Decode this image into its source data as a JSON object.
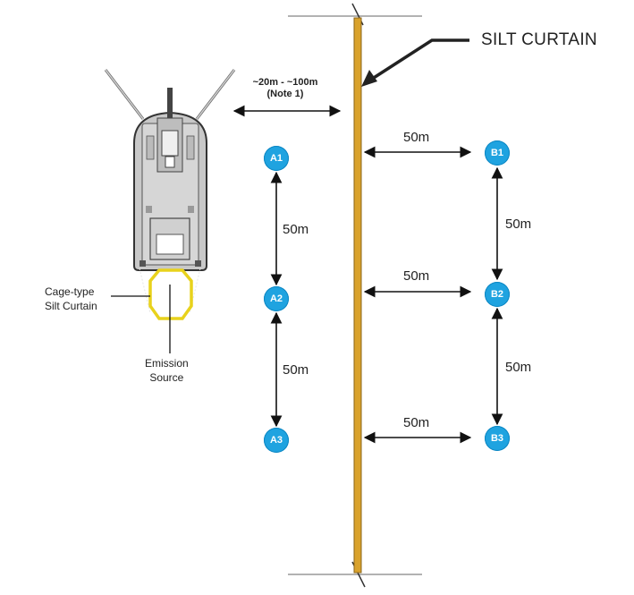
{
  "title": "SILT CURTAIN",
  "note": {
    "line1": "~20m - ~100m",
    "line2": "(Note 1)"
  },
  "cage_label": {
    "line1": "Cage-type",
    "line2": "Silt Curtain"
  },
  "emission_label": {
    "line1": "Emission",
    "line2": "Source"
  },
  "stations": [
    "A1",
    "A2",
    "A3",
    "B1",
    "B2",
    "B3"
  ],
  "distances": {
    "a1_a2": "50m",
    "a2_a3": "50m",
    "b1_b2": "50m",
    "b2_b3": "50m",
    "curtain_b1": "50m",
    "curtain_b2": "50m",
    "curtain_b3": "50m"
  },
  "colors": {
    "curtain": "#d9a22c",
    "station": "#1fa3e0",
    "cage": "#e8d21c",
    "vessel": "#c8c8c8"
  }
}
